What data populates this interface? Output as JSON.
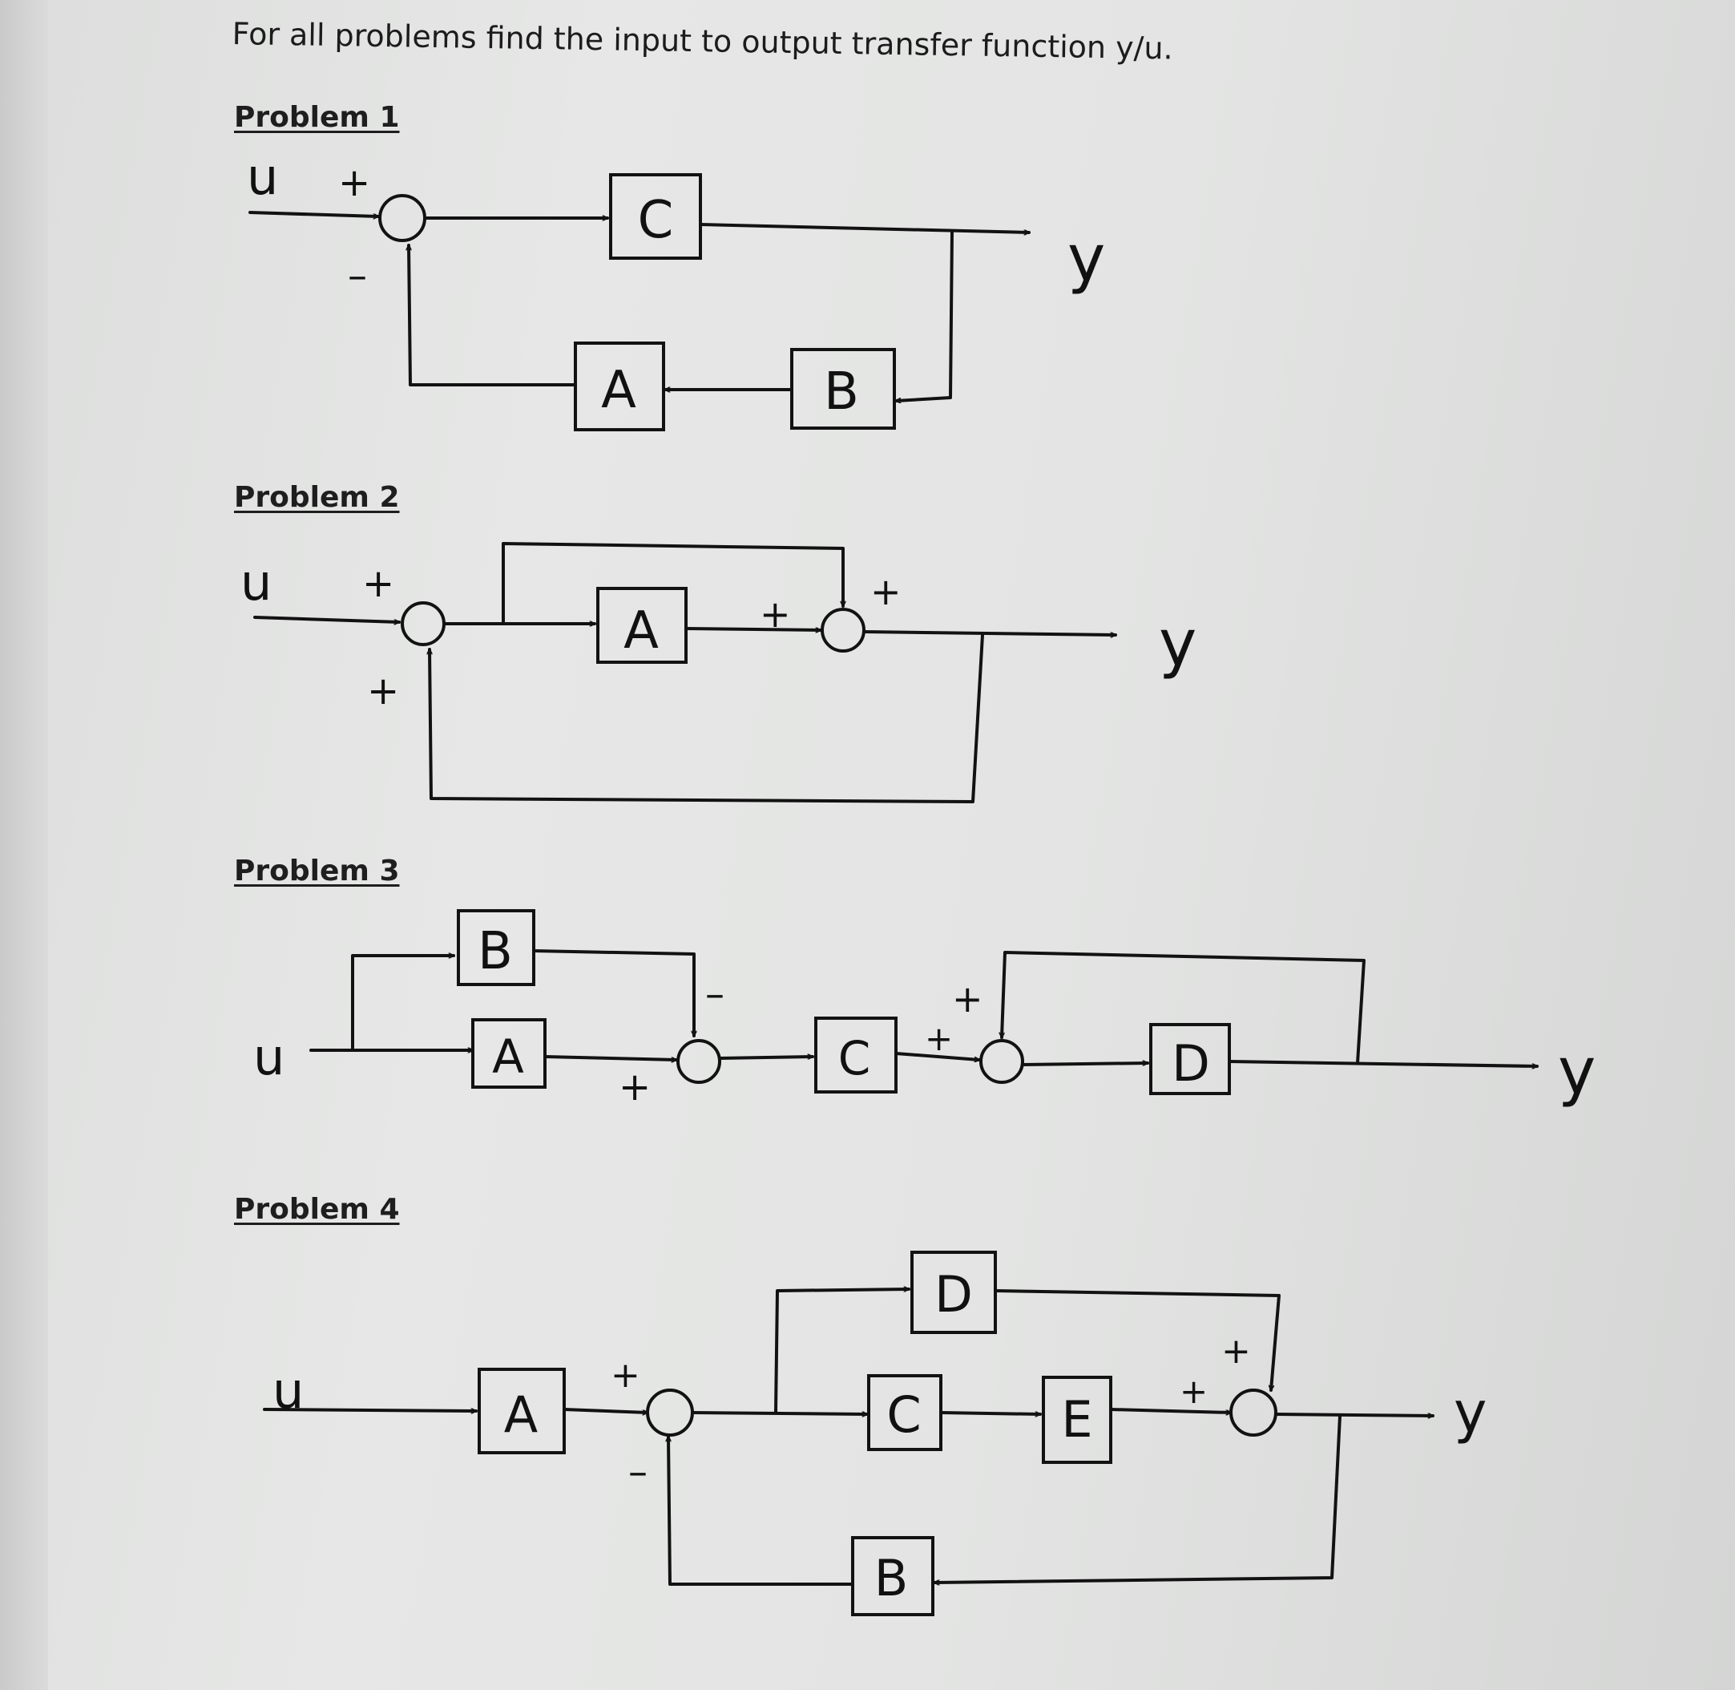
{
  "instruction": "For all problems find the input to output transfer function y/u.",
  "problems": [
    {
      "title": "Problem 1",
      "input": "u",
      "output": "y",
      "blocks": [
        "C",
        "A",
        "B"
      ],
      "signs": [
        "+",
        "–"
      ]
    },
    {
      "title": "Problem 2",
      "input": "u",
      "output": "y",
      "blocks": [
        "A"
      ],
      "signs": [
        "+",
        "+",
        "+",
        "+"
      ]
    },
    {
      "title": "Problem 3",
      "input": "u",
      "output": "y",
      "blocks": [
        "B",
        "A",
        "C",
        "D"
      ],
      "signs": [
        "–",
        "+",
        "+",
        "+"
      ]
    },
    {
      "title": "Problem 4",
      "input": "u",
      "output": "y",
      "blocks": [
        "A",
        "D",
        "C",
        "E",
        "B"
      ],
      "signs": [
        "+",
        "–",
        "+",
        "+"
      ]
    }
  ]
}
